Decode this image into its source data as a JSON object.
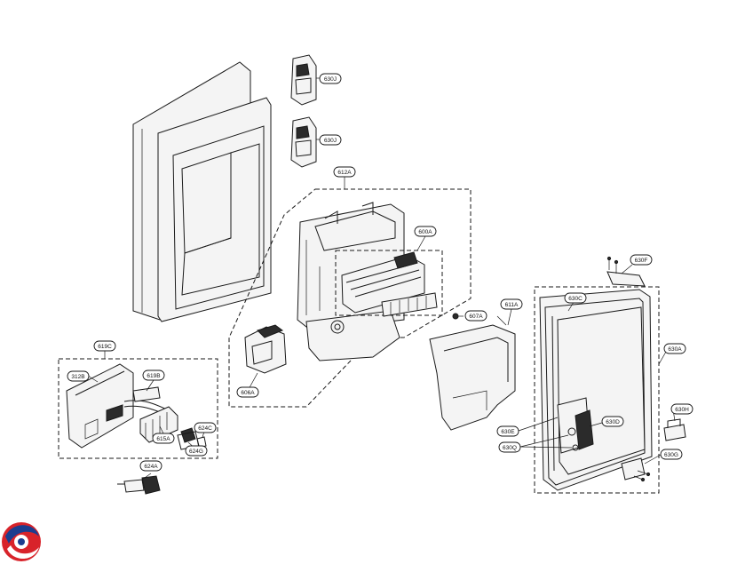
{
  "callouts": {
    "c630J_top": "630J",
    "c630J_bottom": "630J",
    "c612A": "612A",
    "c600A": "600A",
    "c606A": "606A",
    "c607A": "607A",
    "c611A": "611A",
    "c619C": "619C",
    "c312B": "312B",
    "c619B": "619B",
    "c615A": "615A",
    "c624G": "624G",
    "c624C": "624C",
    "c624A": "624A",
    "c630F": "630F",
    "c630C": "630C",
    "c630A": "630A",
    "c630D": "630D",
    "c630E": "630E",
    "c630Q": "630Q",
    "c630H": "630H",
    "c630G": "630G"
  },
  "logo": {
    "name": "brand-logo",
    "colors": [
      "#d8232a",
      "#1b3d8f"
    ]
  }
}
